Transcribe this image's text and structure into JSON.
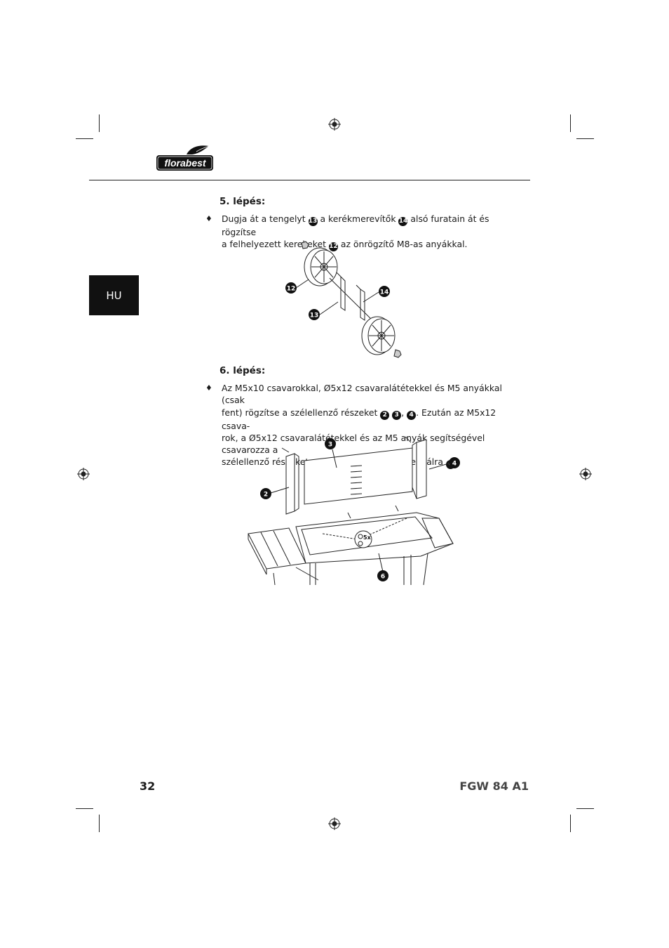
{
  "brand": {
    "logo_text": "florabest"
  },
  "language_tab": "HU",
  "step5": {
    "heading": "5. lépés:",
    "bullet": "♦",
    "text_a": "Dugja át a tengelyt ",
    "ref_axle": "13",
    "text_b": " a kerékmerevítők ",
    "ref_brace": "14",
    "text_c": " alsó furatain át és rögzítse",
    "text_d": "a felhelyezett kerekeket ",
    "ref_wheel": "12",
    "text_e": " az önrögzítő M8-as anyákkal.",
    "callouts": {
      "wheel": "12",
      "brace": "14",
      "axle": "13"
    }
  },
  "step6": {
    "heading": "6. lépés:",
    "bullet": "♦",
    "line1": "Az M5x10 csavarokkal, Ø5x12 csavaralátétekkel és M5 anyákkal (csak",
    "line2_a": "fent) rögzítse a szélellenző részeket ",
    "ref_2a": "2",
    "ref_3a": "3",
    "line2_sep": ", ",
    "ref_4a": "4",
    "line2_b": ". Ezután az M5x12 csava-",
    "line3": "rok, a Ø5x12 csavaralátétekkel és az M5 anyák segítségével csavarozza a",
    "line4_a": "szélellenző részeket ",
    "ref_2b": "2",
    "ref_3b": "3",
    "ref_4b": "4",
    "line4_b": " belülről a szenes tálra ",
    "ref_6": "6",
    "line4_c": ".",
    "callouts": {
      "left_panel": "2",
      "back_panel": "3",
      "right_panel": "4",
      "tray": "6",
      "count": "5x"
    }
  },
  "footer": {
    "page_number": "32",
    "model": "FGW 84 A1"
  },
  "colors": {
    "green": "#2e8b3a",
    "black": "#111111"
  }
}
